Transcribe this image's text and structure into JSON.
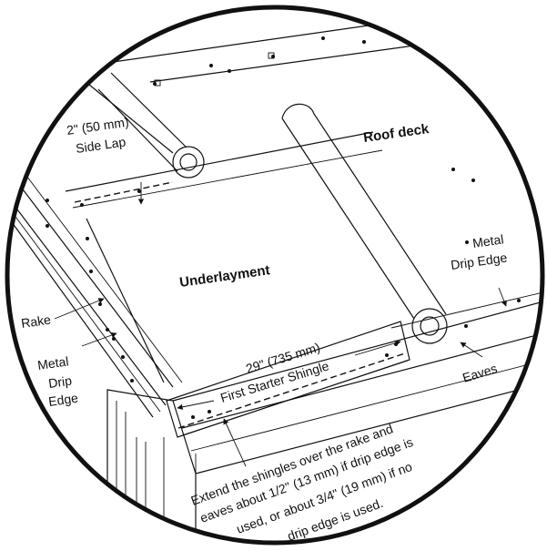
{
  "labels": {
    "side_lap_1": "2\" (50 mm)",
    "side_lap_2": "Side Lap",
    "roof_deck": "Roof deck",
    "underlayment": "Underlayment",
    "metal_drip_edge_right_1": "Metal",
    "metal_drip_edge_right_2": "Drip Edge",
    "rake": "Rake",
    "metal_drip_edge_left_1": "Metal",
    "metal_drip_edge_left_2": "Drip",
    "metal_drip_edge_left_3": "Edge",
    "starter_1": "29\" (735 mm)",
    "starter_2": "First Starter Shingle",
    "eaves": "Eaves",
    "note_1": "Extend the shingles over the rake and",
    "note_2": "eaves about 1/2\" (13 mm) if drip edge is",
    "note_3": "used, or about 3/4\" (19 mm) if no",
    "note_4": "drip edge is used."
  },
  "colors": {
    "line": "#111111",
    "background": "#ffffff"
  }
}
